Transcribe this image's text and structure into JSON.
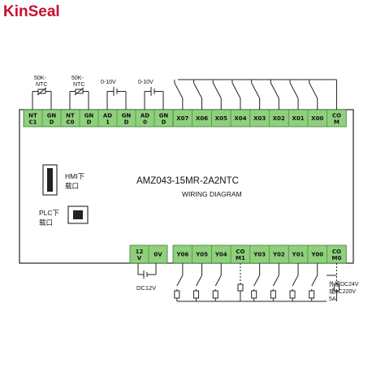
{
  "brand": {
    "name": "KinSeal",
    "color": "#c8102e"
  },
  "colors": {
    "terminal": "#8fd07c",
    "terminal_border": "#3a7a32",
    "wire": "#222222"
  },
  "title": {
    "model": "AMZ043-15MR-2A2NTC",
    "subtitle": "WIRING DIAGRAM"
  },
  "ports": {
    "hmi": {
      "line1": "HMI下",
      "line2": "载口"
    },
    "plc": {
      "line1": "PLC下",
      "line2": "载口"
    }
  },
  "top_terminals": {
    "analog": [
      [
        "NT",
        "C1"
      ],
      [
        "GN",
        "D"
      ],
      [
        "NT",
        "C0"
      ],
      [
        "GN",
        "D"
      ],
      [
        "AD",
        "1"
      ],
      [
        "GN",
        "D"
      ],
      [
        "AD",
        "0"
      ],
      [
        "GN",
        "D"
      ]
    ],
    "inputs": [
      [
        "X07"
      ],
      [
        "X06"
      ],
      [
        "X05"
      ],
      [
        "X04"
      ],
      [
        "X03"
      ],
      [
        "X02"
      ],
      [
        "X01"
      ],
      [
        "X00"
      ],
      [
        "CO",
        "M"
      ]
    ]
  },
  "top_labels": {
    "ntc1": [
      "50K-",
      "NTC"
    ],
    "ntc0": [
      "50K-",
      "NTC"
    ],
    "ad1": "0-10V",
    "ad0": "0-10V"
  },
  "bottom_terminals": {
    "power": [
      [
        "12",
        "V"
      ],
      [
        "0V"
      ]
    ],
    "outputs": [
      [
        "Y06"
      ],
      [
        "Y05"
      ],
      [
        "Y04"
      ],
      [
        "CO",
        "M1"
      ],
      [
        "Y03"
      ],
      [
        "Y02"
      ],
      [
        "Y01"
      ],
      [
        "Y00"
      ],
      [
        "CO",
        "M0"
      ]
    ]
  },
  "bottom_labels": {
    "power": "DC12V",
    "supply": [
      "外接DC24V",
      "或AC220V",
      "5A"
    ]
  }
}
